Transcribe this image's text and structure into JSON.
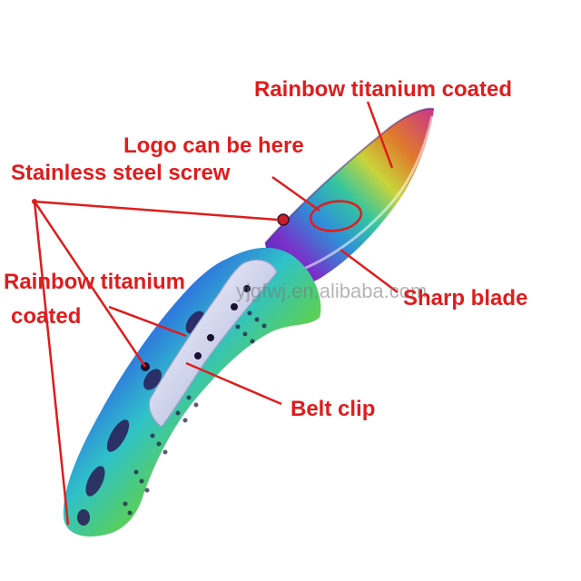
{
  "colors": {
    "label_text": "#e01c1c",
    "leader_line": "#e01c1c",
    "marker": "#e01c1c",
    "background": "#ffffff"
  },
  "labels": {
    "blade_coating": "Rainbow titanium  coated",
    "logo": "Logo can be here",
    "screw": "Stainless steel screw",
    "handle_coating_line1": "Rainbow titanium",
    "handle_coating_line2": "coated",
    "sharp_blade": "Sharp blade",
    "belt_clip": "Belt clip"
  },
  "watermark": "yjgfwj.en.alibaba.com",
  "icons": {
    "knife": "folding-knife-illustration",
    "logo_marker": "ellipse-outline",
    "leader": "line"
  }
}
